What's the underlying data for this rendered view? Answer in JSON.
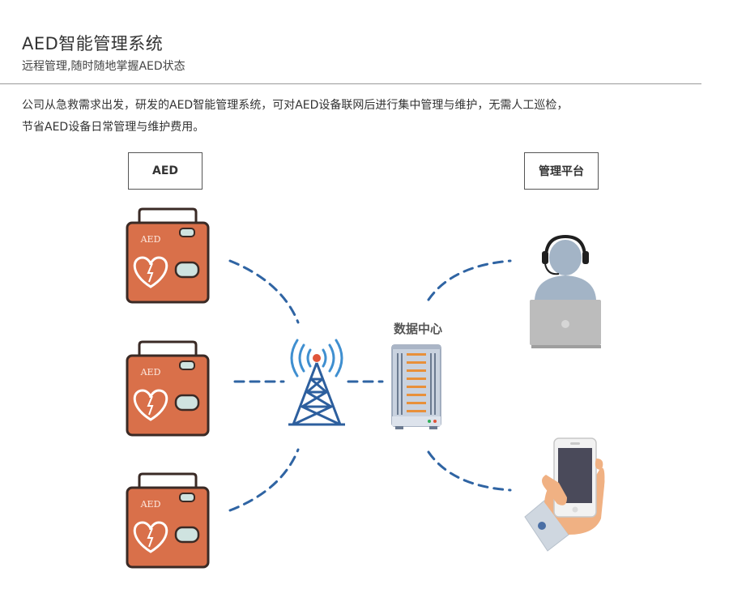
{
  "header": {
    "title": "AED智能管理系统",
    "subtitle": "远程管理,随时随地掌握AED状态"
  },
  "description": {
    "line1": "公司从急救需求出发，研发的AED智能管理系统，可对AED设备联网后进行集中管理与维护，无需人工巡检，",
    "line2": "节省AED设备日常管理与维护费用。"
  },
  "diagram": {
    "aed_column_label": "AED",
    "platform_column_label": "管理平台",
    "data_center_label": "数据中心",
    "device_text": "AED",
    "colors": {
      "aed_body": "#d9704a",
      "aed_outline": "#3a2a25",
      "aed_window": "#cfe3e0",
      "link_dashes": "#2f64a3",
      "tower": "#2d5f9e",
      "tower_waves": "#3f8fd0",
      "server_body": "#c9d2df",
      "server_slots": "#e8903a",
      "headset_user": "#a3b4c6",
      "phone_screen": "#4a4a5a",
      "hand": "#f0b183"
    },
    "icons": [
      "aed-device-icon",
      "signal-tower-icon",
      "server-icon",
      "operator-laptop-icon",
      "smartphone-hand-icon"
    ]
  }
}
